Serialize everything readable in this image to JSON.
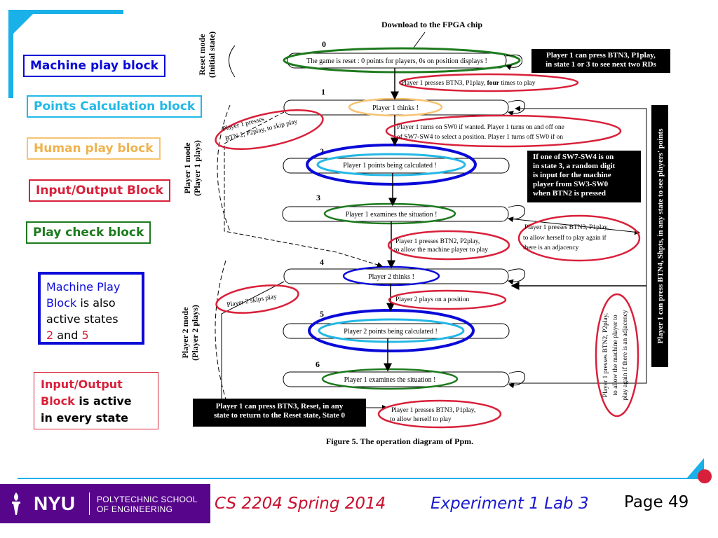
{
  "legend": {
    "machine_play": "Machine play block",
    "points_calc": "Points Calculation block",
    "human_play": "Human play block",
    "io_block": "Input/Output Block",
    "play_check": "Play check block"
  },
  "callouts": {
    "machine_play_states": {
      "l1": "Machine Play",
      "l2a": "Block",
      "l2b": " is also",
      "l3": "active states",
      "l4a": "2",
      "l4b": " and ",
      "l4c": "5"
    },
    "io_active": {
      "l1": "Input/Output",
      "l2a": "Block",
      "l2b": " is active",
      "l3": "in every state"
    }
  },
  "diagram": {
    "title": "Download to the FPGA chip",
    "caption": "Figure 5. The operation diagram of Ppm.",
    "modes": {
      "reset": [
        "Reset mode",
        "(Initial state)"
      ],
      "p1": [
        "Player 1 mode",
        "(Player 1 plays)"
      ],
      "p2": [
        "Player 2 mode",
        "(Player 2 plays)"
      ]
    },
    "states": {
      "s0": {
        "num": "0",
        "label": "The game is reset : 0 points for players, 0s on position displays !"
      },
      "s1": {
        "num": "1",
        "label": "Player 1 thinks !"
      },
      "s2": {
        "num": "2",
        "label": "Player 1 points being calculated !"
      },
      "s3": {
        "num": "3",
        "label": "Player 1 examines the situation !"
      },
      "s4": {
        "num": "4",
        "label": "Player 2 thinks !"
      },
      "s5": {
        "num": "5",
        "label": "Player 2 points being calculated !"
      },
      "s6": {
        "num": "6",
        "label": "Player 1 examines the situation !"
      }
    },
    "transitions": {
      "t01a": "Player 1 presses BTN3, P1play, ",
      "t01b": "four",
      "t01c": " times to play",
      "skip1_l1": "Player 1 presses",
      "skip1_l2": "BTN 2, P2play, to skip play",
      "sw_l1": "Player 1 turns on SW0 if wanted.  Player 1 turns on and off one",
      "sw_l2": "of SW7-SW4 to select a position.  Player 1 turns off SW0 if on",
      "btn2_l1": "Player 1 presses BTN2, P2play,",
      "btn2_l2": "to allow the machine player to play",
      "again_l1": "Player 1 presses BTN3, P1play,",
      "again_l2": "to allow herself to play again if",
      "again_l3": "there is an adjacency",
      "skip2": "Player 2 skips play",
      "p2plays": "Player 2 plays on a position",
      "p1again_l1": "Player 1 presses BTN3, P1play,",
      "p1again_l2": "to allow herself to play",
      "vert_l1": "Player 1 presses BTN2, P2play,",
      "vert_l2": "to allow the machine player to",
      "vert_l3": "play again if there is an adjacency"
    },
    "notes": {
      "rd_l1": "Player 1 can press BTN3, P1play,",
      "rd_l2": "in state 1 or 3 to see next two RDs",
      "random_l1": "If one of SW7-SW4 is on",
      "random_l2": "in state 3, a random digit",
      "random_l3": "is input for the machine",
      "random_l4": "player from SW3-SW0",
      "random_l5": "when BTN2 is pressed",
      "reset_l1": "Player 1 can press BTN3, Reset, in any",
      "reset_l2": "state to return to the Reset state, State 0",
      "vertical": "Player 1 can press BTN4, Shpts, in any state to see players' points"
    }
  },
  "footer": {
    "logo_nyu": "NYU",
    "logo_school_l1": "POLYTECHNIC SCHOOL",
    "logo_school_l2": "OF ENGINEERING",
    "course": "CS 2204 Spring 2014",
    "experiment": "Experiment 1 Lab 3",
    "page": "Page 49"
  },
  "colors": {
    "machine_play": "#0a0ad8",
    "points_calc": "#22b8e6",
    "human_play": "#f7c373",
    "io_block": "#d9203a",
    "play_check": "#1d7a1d",
    "accent_cyan": "#1ab0e8",
    "nyu_purple": "#57068c",
    "course_red": "#c8102e",
    "experiment_blue": "#1a1ad0"
  }
}
